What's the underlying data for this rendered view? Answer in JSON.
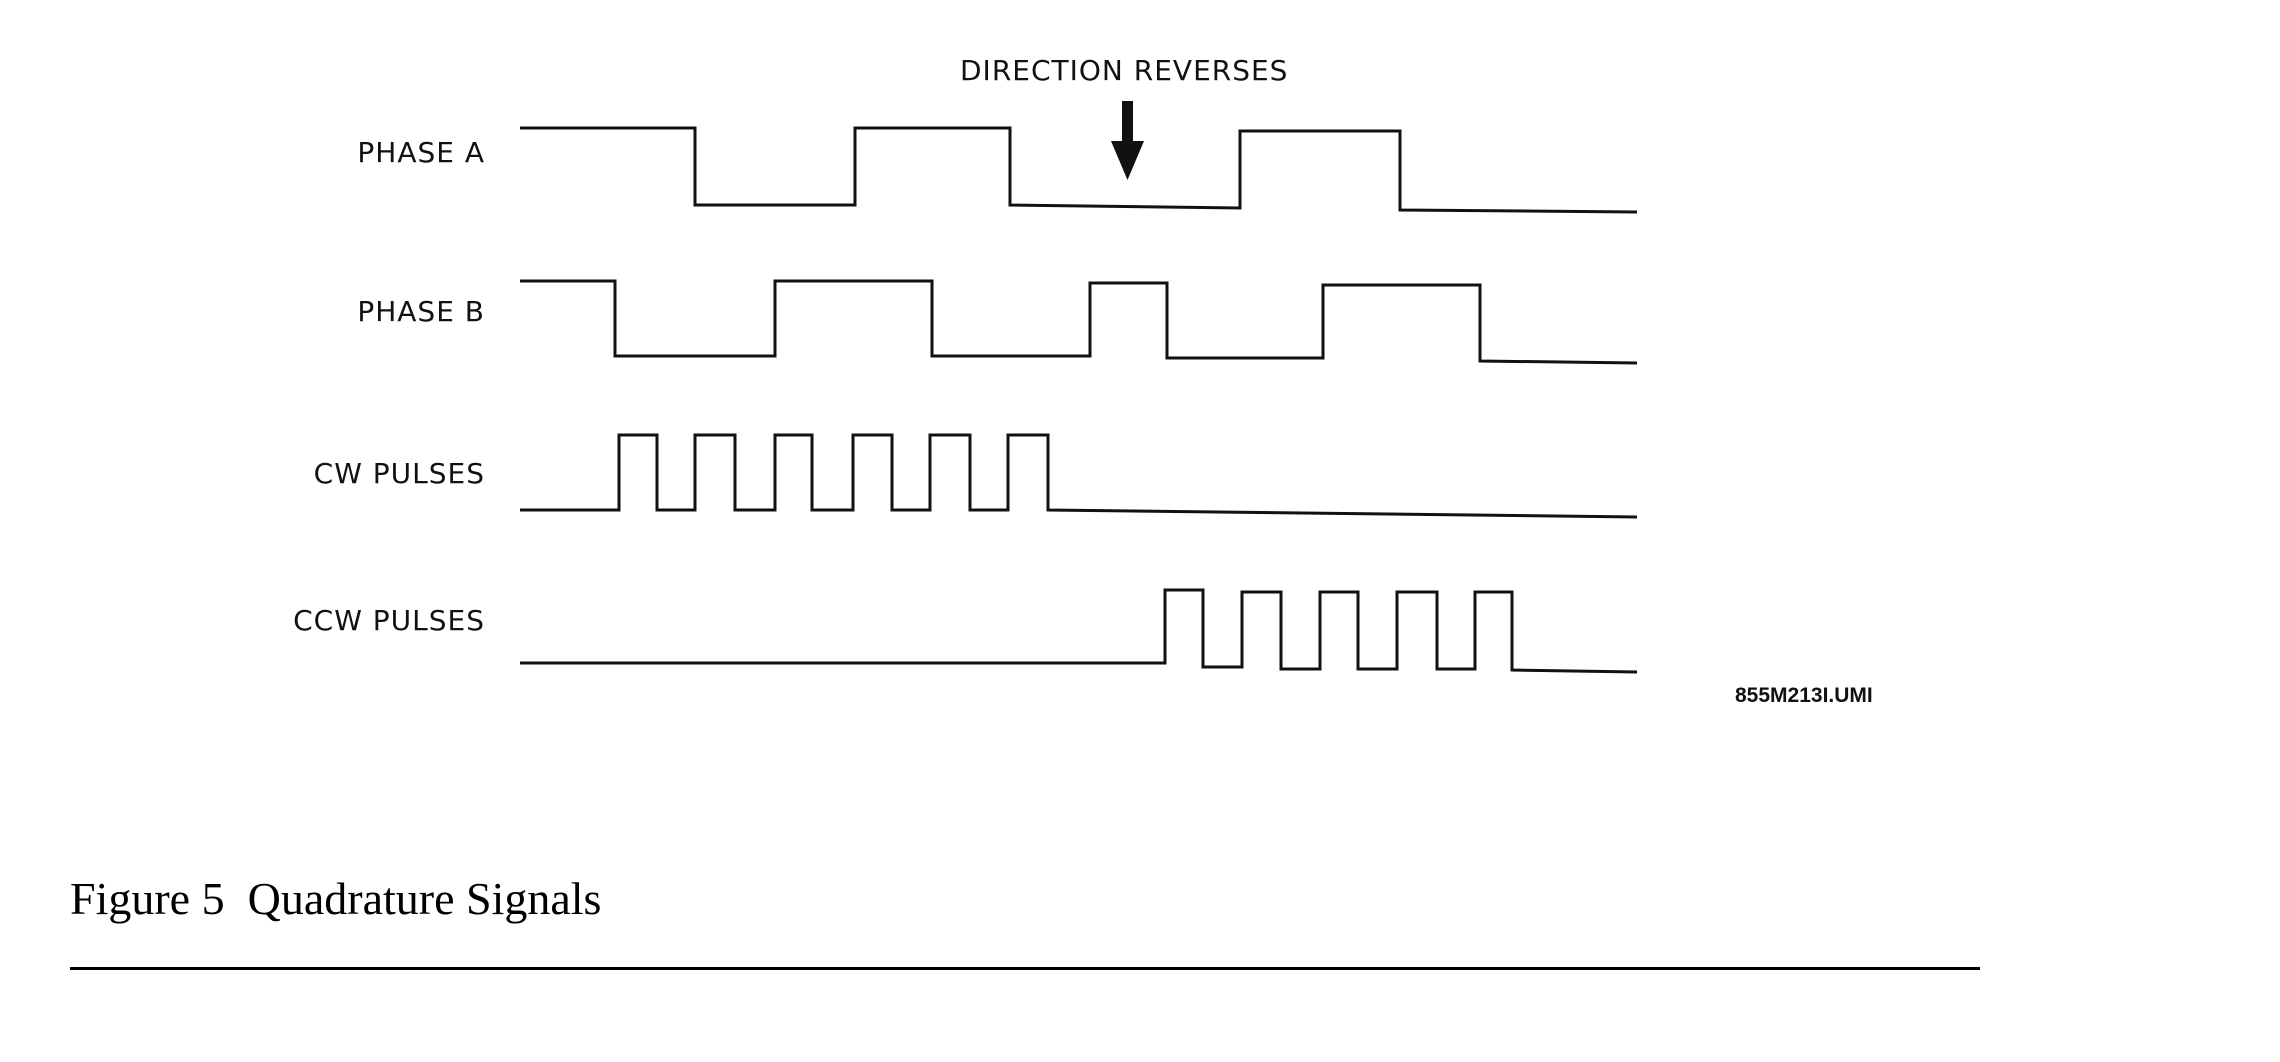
{
  "annotation": "DIRECTION REVERSES",
  "signals": [
    {
      "label": "PHASE A"
    },
    {
      "label": "PHASE B"
    },
    {
      "label": "CW PULSES"
    },
    {
      "label": "CCW PULSES"
    }
  ],
  "figure_id": "855M213I.UMI",
  "caption": {
    "number": "Figure 5",
    "title": "Quadrature Signals"
  }
}
